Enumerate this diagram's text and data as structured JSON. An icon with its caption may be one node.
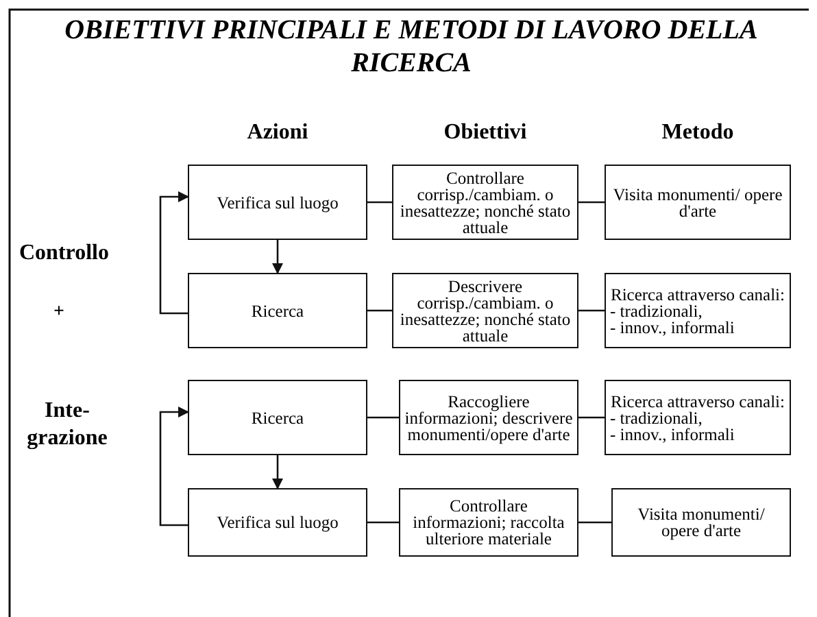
{
  "diagram": {
    "title": "OBIETTIVI PRINCIPALI E METODI DI LAVORO DELLA RICERCA",
    "nodes": [
      {
        "text": [
          "Verifica sul luogo"
        ]
      },
      {
        "text": [
          "Controllare corrisp./cambiam. o inesattezze; nonché stato attuale"
        ]
      },
      {
        "text": [
          "Visita monumenti/ opere d'arte"
        ]
      },
      {
        "text": [
          "Ricerca"
        ]
      },
      {
        "text": [
          "Descrivere corrisp./cambiam. o inesattezze; nonché stato attuale"
        ]
      },
      {
        "text": [
          "Ricerca attraverso canali:",
          "- tradizionali,",
          "- innov., informali"
        ]
      },
      {
        "text": [
          "Ricerca"
        ]
      },
      {
        "text": [
          "Raccogliere informazioni; descrivere monumenti/opere d'arte"
        ]
      },
      {
        "text": [
          "Ricerca attraverso canali:",
          "- tradizionali,",
          "- innov., informali"
        ]
      },
      {
        "text": [
          "Verifica sul luogo"
        ]
      },
      {
        "text": [
          "Controllare informazioni; raccolta ulteriore materiale"
        ]
      },
      {
        "text": [
          "Visita monumenti/ opere d'arte"
        ]
      }
    ],
    "edges": [
      {
        "from": 0,
        "to": 1,
        "arrow": "none"
      },
      {
        "from": 1,
        "to": 2,
        "arrow": "none"
      },
      {
        "from": 0,
        "to": 3,
        "arrow": "to"
      },
      {
        "from": 3,
        "to": 0,
        "arrow": "to"
      },
      {
        "from": 3,
        "to": 4,
        "arrow": "none"
      },
      {
        "from": 4,
        "to": 5,
        "arrow": "none"
      },
      {
        "from": 6,
        "to": 7,
        "arrow": "none"
      },
      {
        "from": 7,
        "to": 8,
        "arrow": "none"
      },
      {
        "from": 6,
        "to": 9,
        "arrow": "to"
      },
      {
        "from": 9,
        "to": 6,
        "arrow": "to"
      },
      {
        "from": 9,
        "to": 10,
        "arrow": "none"
      },
      {
        "from": 10,
        "to": 11,
        "arrow": "none"
      }
    ],
    "labels": [
      "Azioni",
      "Obiettivi",
      "Metodo",
      "Controllo",
      "+",
      "Inte- grazione"
    ]
  }
}
